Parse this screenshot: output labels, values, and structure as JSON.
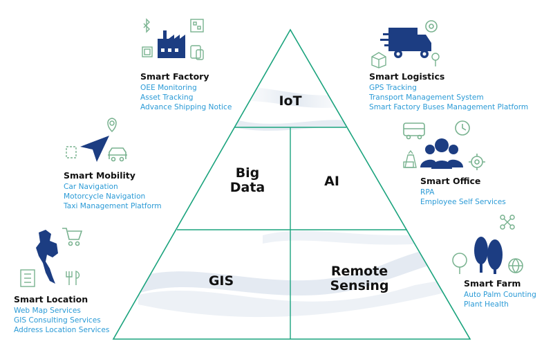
{
  "colors": {
    "pyramid_line": "#1aa37d",
    "navy": "#1c3d82",
    "icon_green": "#78b28f",
    "item_blue": "#2a9ad6",
    "title": "#111111"
  },
  "pyramid": {
    "layers": [
      {
        "label": "IoT"
      },
      {
        "label": "Big Data"
      },
      {
        "label": "AI"
      },
      {
        "label": "GIS"
      },
      {
        "label": "Remote Sensing"
      }
    ]
  },
  "solutions": [
    {
      "title": "Smart Factory",
      "items": [
        "OEE Monitoring",
        "Asset Tracking",
        "Advance Shipping Notice"
      ],
      "icon": "factory-icon"
    },
    {
      "title": "Smart Mobility",
      "items": [
        "Car Navigation",
        "Motorcycle Navigation",
        "Taxi Management Platform"
      ],
      "icon": "navigation-arrow-icon"
    },
    {
      "title": "Smart Location",
      "items": [
        "Web Map Services",
        "GIS Consulting Services",
        "Address Location Services"
      ],
      "icon": "thailand-map-icon"
    },
    {
      "title": "Smart Logistics",
      "items": [
        "GPS Tracking",
        "Transport Management System",
        "Smart Factory Buses Management Platform"
      ],
      "icon": "delivery-truck-icon"
    },
    {
      "title": "Smart Office",
      "items": [
        "RPA",
        "Employee Self Services"
      ],
      "icon": "people-group-icon"
    },
    {
      "title": "Smart Farm",
      "items": [
        "Auto Palm Counting",
        "Plant Health"
      ],
      "icon": "trees-icon"
    }
  ]
}
